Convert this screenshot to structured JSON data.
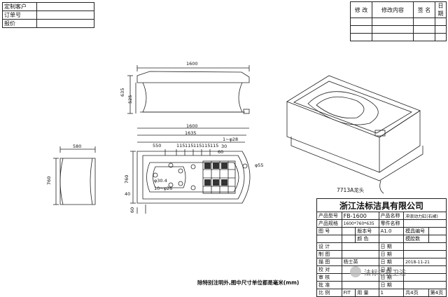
{
  "top_left_table": {
    "rows": [
      {
        "label": "定制客户",
        "value": ""
      },
      {
        "label": "订单号",
        "value": ""
      },
      {
        "label": "报价",
        "value": ""
      }
    ]
  },
  "top_right_table": {
    "headers": [
      "修 改",
      "修改内容",
      "签 名",
      "日 期"
    ]
  },
  "dimensions": {
    "side_length": "1600",
    "side_height_outer": "635",
    "side_height_inner": "525",
    "top_length": "1600",
    "top_length_outer": "1635",
    "top_550": "550",
    "top_115": [
      "115",
      "115",
      "115",
      "115",
      "115"
    ],
    "top_30": "30",
    "top_60": "60",
    "phi_28": "1~φ28",
    "phi_55": "φ55",
    "phi_30_4": "φ30.4",
    "phi_26": "10~φ26",
    "width_760": "760",
    "edge_40": "40",
    "edge_60": "60",
    "end_width": "580",
    "end_height": "760"
  },
  "iso_label": "7713A龙头",
  "note": "除特别注明外,图中尺寸单位都是毫米(mm)",
  "title_block": {
    "company": "浙江法标洁具有限公司",
    "model_label": "产品型号",
    "model_value": "FB-1600",
    "name_label": "产品名称",
    "name_value": "冲浪动力缸(右裙)",
    "spec_label": "产品规格",
    "spec_value": "1600*760*635",
    "part_name_label": "零件名称",
    "part_name_value": "",
    "drawing_no_label": "图 号",
    "version_label": "版本号",
    "version_value": "A1.0",
    "mold_label": "模具编号",
    "color_label": "颜 色",
    "mold_count_label": "模腔数",
    "rows": [
      {
        "role": "设 计",
        "person": "",
        "date_label": "日 期",
        "date": ""
      },
      {
        "role": "制 图",
        "person": "",
        "date_label": "日 期",
        "date": ""
      },
      {
        "role": "描 图",
        "person": "杨士英",
        "date_label": "日 期",
        "date": "2018-11-21"
      },
      {
        "role": "校 对",
        "person": "",
        "date_label": "日 期",
        "date": ""
      },
      {
        "role": "审 核",
        "person": "",
        "date_label": "日 期",
        "date": ""
      },
      {
        "role": "批 准",
        "person": "",
        "date_label": "日 期",
        "date": ""
      }
    ],
    "footer": {
      "scale_label": "比 例",
      "fit_label": "FIT",
      "qty_label": "用 量",
      "qty_value": "1",
      "total_label": "共",
      "total_value": "4",
      "total_unit": "页",
      "page_label": "第",
      "page_value": "4",
      "page_unit": "页"
    }
  },
  "watermark": "法标洁亮卫浴"
}
